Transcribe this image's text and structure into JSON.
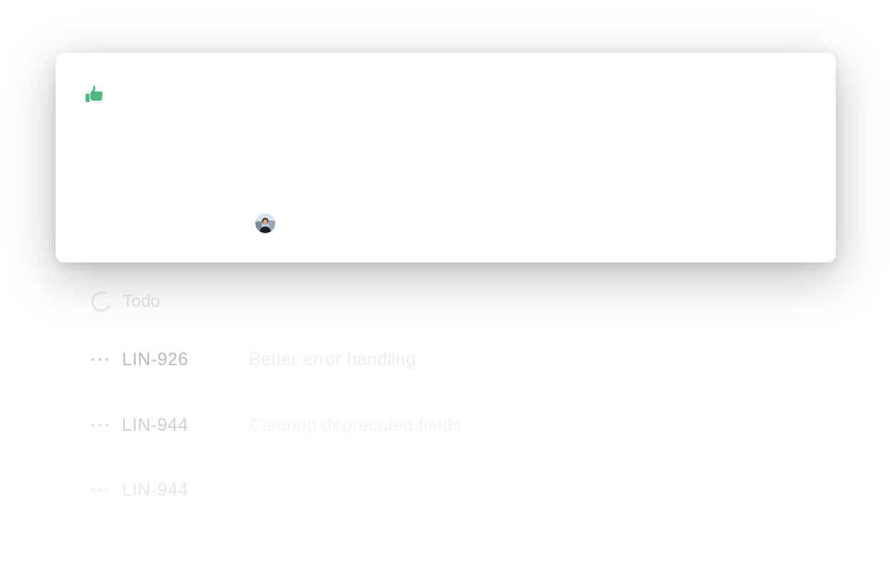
{
  "issue_list": {
    "group": {
      "status_icon": "todo-circle-icon",
      "label": "Todo",
      "count": ""
    },
    "rows": [
      {
        "menu_icon": "more-dots-icon",
        "id": "LIN-926",
        "title": "Better error handling"
      },
      {
        "menu_icon": "more-dots-icon",
        "id": "LIN-944",
        "title": "Cleanup deprecated fields"
      },
      {
        "menu_icon": "more-dots-icon",
        "id": "LIN-944",
        "title": ""
      }
    ]
  },
  "card": {
    "reaction_icon": "thumbs-up-icon",
    "reaction_color": "#4cb782",
    "title": "",
    "body": "",
    "assignee_avatar": "user-avatar"
  }
}
